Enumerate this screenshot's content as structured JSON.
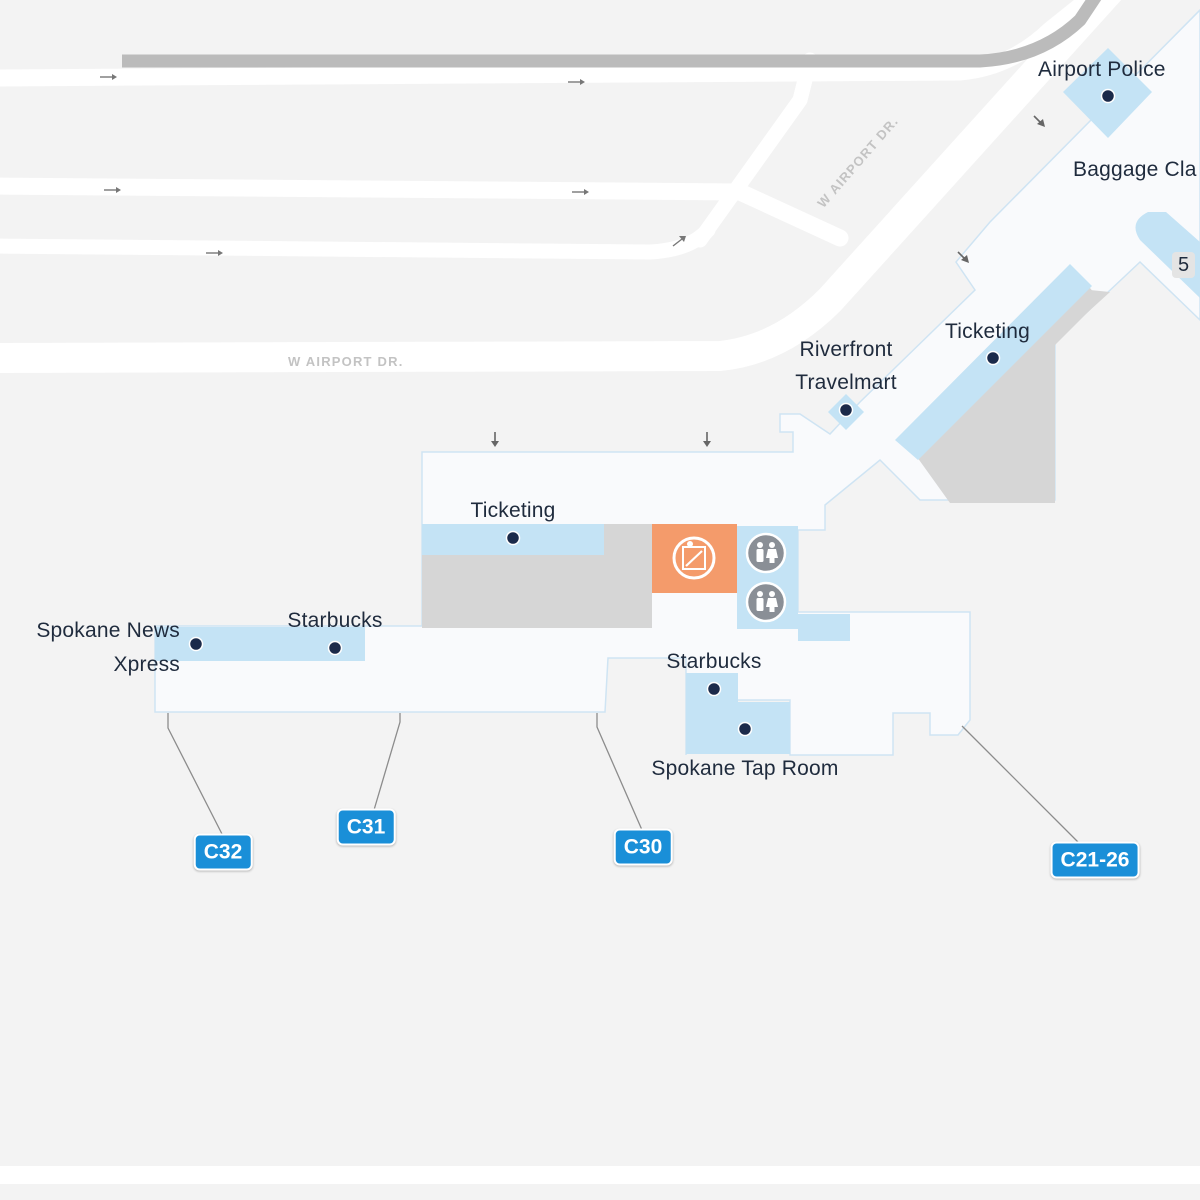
{
  "map": {
    "roads": [
      {
        "id": "w-airport-dr-upper",
        "label": "W AIRPORT DR."
      },
      {
        "id": "w-airport-dr-lower",
        "label": "W AIRPORT DR."
      }
    ],
    "places": {
      "airport_police": "Airport Police",
      "baggage_claim": "Baggage Cla",
      "ticketing_east": "Ticketing",
      "riverfront_line1": "Riverfront",
      "riverfront_line2": "Travelmart",
      "ticketing_main": "Ticketing",
      "spokane_news_line1": "Spokane News",
      "spokane_news_line2": "Xpress",
      "starbucks_west": "Starbucks",
      "starbucks_east": "Starbucks",
      "spokane_tap_room": "Spokane Tap Room"
    },
    "level_badge": "5",
    "gates": [
      {
        "id": "c32",
        "label": "C32"
      },
      {
        "id": "c31",
        "label": "C31"
      },
      {
        "id": "c30",
        "label": "C30"
      },
      {
        "id": "c21-26",
        "label": "C21-26"
      }
    ],
    "icons": {
      "security": "security-checkpoint-icon",
      "restroom": "restroom-icon",
      "poi": "poi-dot-icon",
      "arrow": "direction-arrow-icon"
    },
    "colors": {
      "background": "#f3f3f3",
      "road": "#ffffff",
      "terminal_floor": "#f9fafc",
      "shop_area": "#c4e3f5",
      "restricted_area": "#d6d6d6",
      "security": "#f49b6b",
      "gate_badge": "#1a8fd8",
      "poi_dot": "#1b2a4a",
      "restroom_icon": "#8a8f96",
      "railway": "#bbbbbb"
    }
  }
}
